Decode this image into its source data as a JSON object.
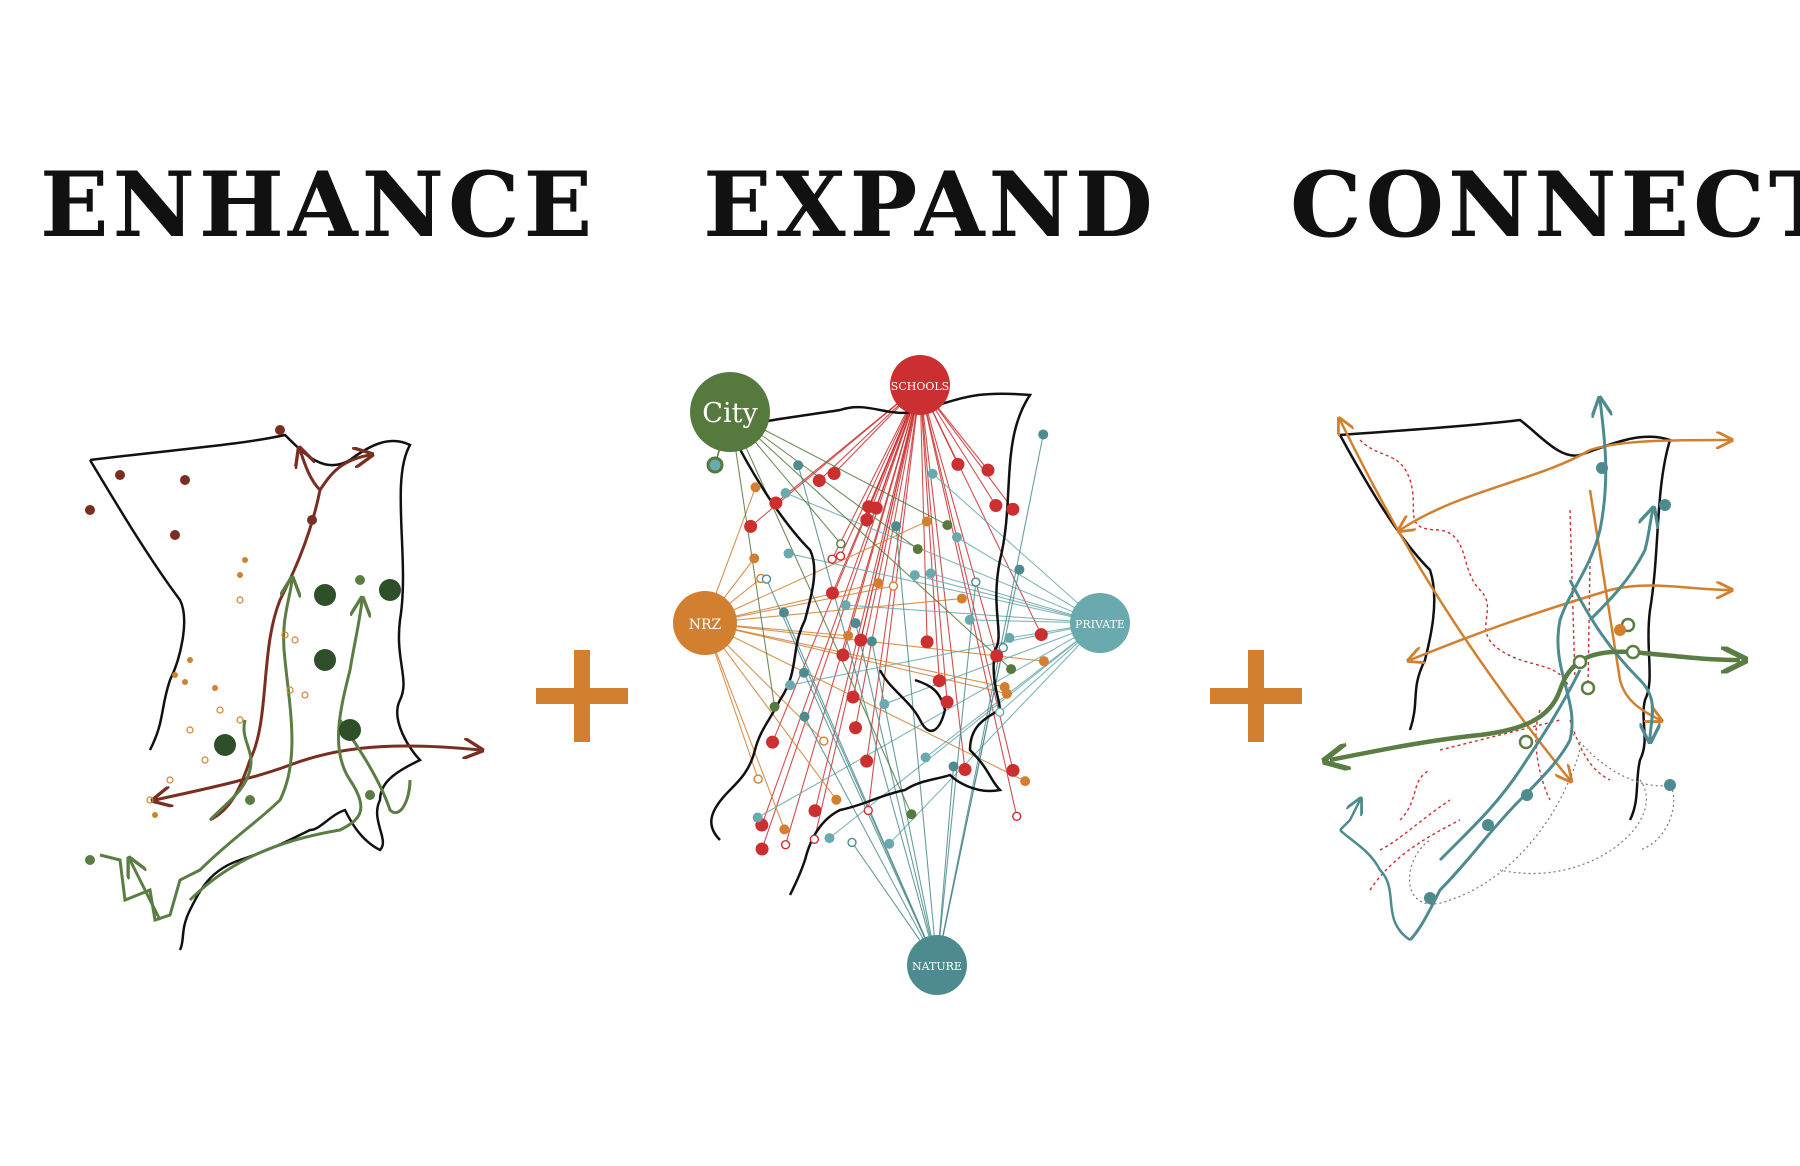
{
  "headings": {
    "enhance": "ENHANCE",
    "expand": "EXPAND",
    "connect": "CONNECT"
  },
  "operators": {
    "plus_color": "#d2802f"
  },
  "expand_nodes": {
    "city": "City",
    "schools": "SCHOOLS",
    "nrz": "NRZ",
    "private": "PRIVATE",
    "nature": "NATURE"
  },
  "colors": {
    "outline": "#111111",
    "maroon": "#7a2e22",
    "dark_green": "#2f4f2a",
    "green": "#5a7d43",
    "orange": "#d2802f",
    "red": "#cc2f2f",
    "teal": "#4e8b8e",
    "teal_light": "#6aa9ad",
    "city_green": "#567a3e",
    "grey_dotted": "#777777"
  }
}
